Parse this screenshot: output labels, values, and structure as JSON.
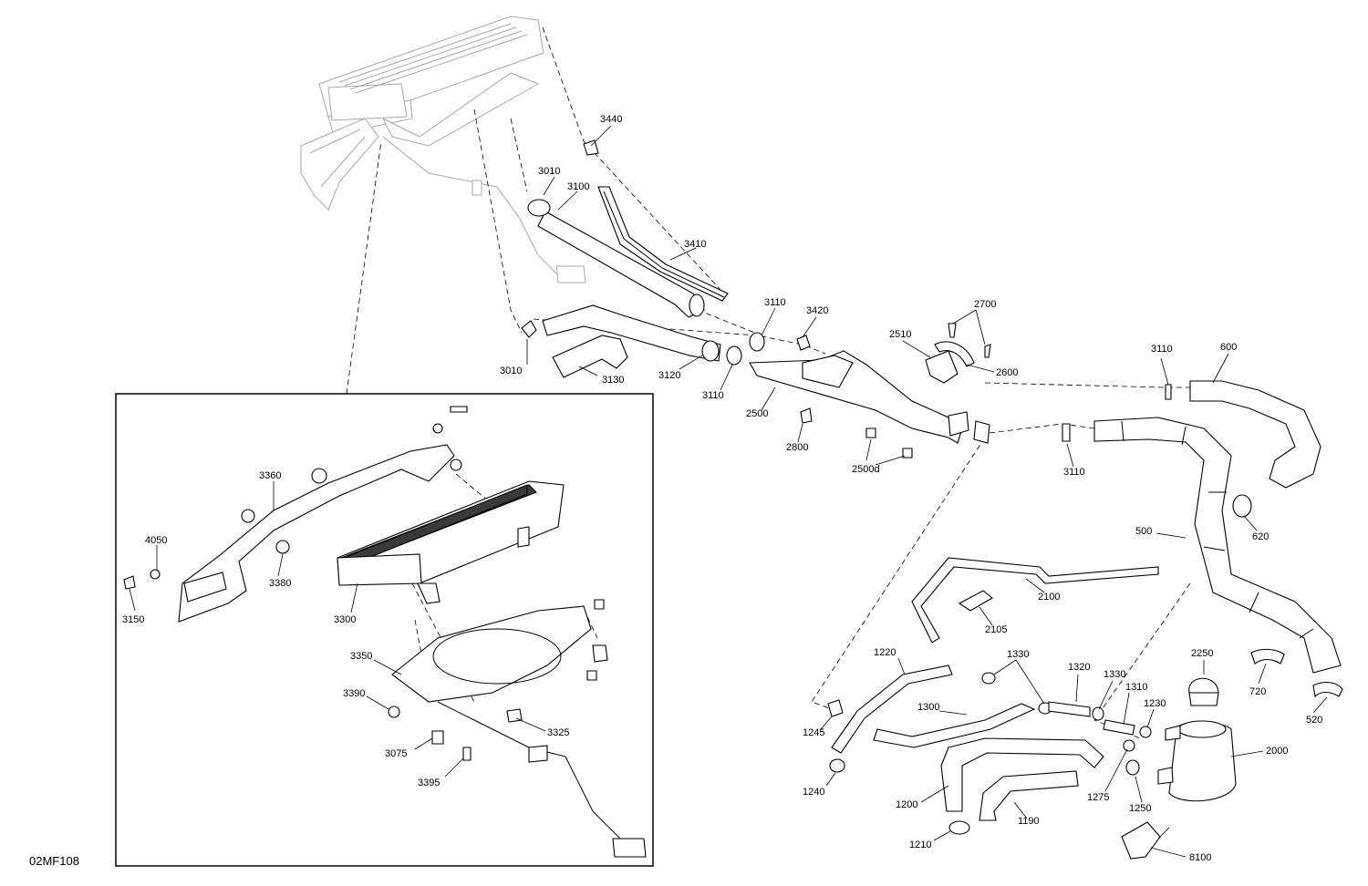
{
  "document_code": "02MF108",
  "labels": [
    {
      "id": "3440",
      "text": "3440"
    },
    {
      "id": "3010a",
      "text": "3010"
    },
    {
      "id": "3100",
      "text": "3100"
    },
    {
      "id": "3410",
      "text": "3410"
    },
    {
      "id": "3110a",
      "text": "3110"
    },
    {
      "id": "3420",
      "text": "3420"
    },
    {
      "id": "2700",
      "text": "2700"
    },
    {
      "id": "2510",
      "text": "2510"
    },
    {
      "id": "2600",
      "text": "2600"
    },
    {
      "id": "3010b",
      "text": "3010"
    },
    {
      "id": "3130",
      "text": "3130"
    },
    {
      "id": "3120",
      "text": "3120"
    },
    {
      "id": "3110b",
      "text": "3110"
    },
    {
      "id": "2500",
      "text": "2500"
    },
    {
      "id": "2800",
      "text": "2800"
    },
    {
      "id": "2500d",
      "text": "2500d"
    },
    {
      "id": "3110c",
      "text": "3110"
    },
    {
      "id": "600",
      "text": "600"
    },
    {
      "id": "3110d",
      "text": "3110"
    },
    {
      "id": "620",
      "text": "620"
    },
    {
      "id": "500",
      "text": "500"
    },
    {
      "id": "2100",
      "text": "2100"
    },
    {
      "id": "2105",
      "text": "2105"
    },
    {
      "id": "1220",
      "text": "1220"
    },
    {
      "id": "1330a",
      "text": "1330"
    },
    {
      "id": "1320",
      "text": "1320"
    },
    {
      "id": "1330b",
      "text": "1330"
    },
    {
      "id": "1310",
      "text": "1310"
    },
    {
      "id": "1230",
      "text": "1230"
    },
    {
      "id": "2250",
      "text": "2250"
    },
    {
      "id": "720",
      "text": "720"
    },
    {
      "id": "520",
      "text": "520"
    },
    {
      "id": "1300",
      "text": "1300"
    },
    {
      "id": "1245",
      "text": "1245"
    },
    {
      "id": "2000",
      "text": "2000"
    },
    {
      "id": "1275",
      "text": "1275"
    },
    {
      "id": "1250",
      "text": "1250"
    },
    {
      "id": "1240",
      "text": "1240"
    },
    {
      "id": "1200",
      "text": "1200"
    },
    {
      "id": "1190",
      "text": "1190"
    },
    {
      "id": "1210",
      "text": "1210"
    },
    {
      "id": "8100",
      "text": "8100"
    },
    {
      "id": "3360",
      "text": "3360"
    },
    {
      "id": "4050",
      "text": "4050"
    },
    {
      "id": "3380",
      "text": "3380"
    },
    {
      "id": "3150",
      "text": "3150"
    },
    {
      "id": "3300",
      "text": "3300"
    },
    {
      "id": "3350",
      "text": "3350"
    },
    {
      "id": "3390",
      "text": "3390"
    },
    {
      "id": "3325",
      "text": "3325"
    },
    {
      "id": "3075",
      "text": "3075"
    },
    {
      "id": "3395",
      "text": "3395"
    }
  ]
}
